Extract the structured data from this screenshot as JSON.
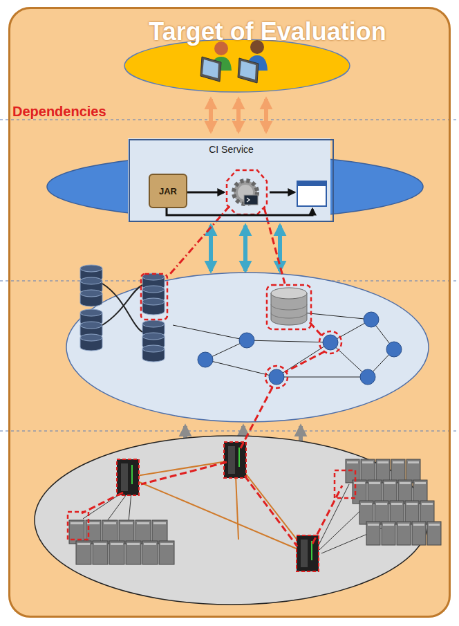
{
  "diagram": {
    "title": "Target of Evaluation",
    "nodes": [
      {
        "text": [
          "Target of Evaluation"
        ]
      },
      {
        "text": [
          "CI Service"
        ],
        "in": 0
      },
      {
        "text": [
          "JAR"
        ],
        "in": 1
      }
    ],
    "labels": [
      "Dependencies"
    ]
  }
}
